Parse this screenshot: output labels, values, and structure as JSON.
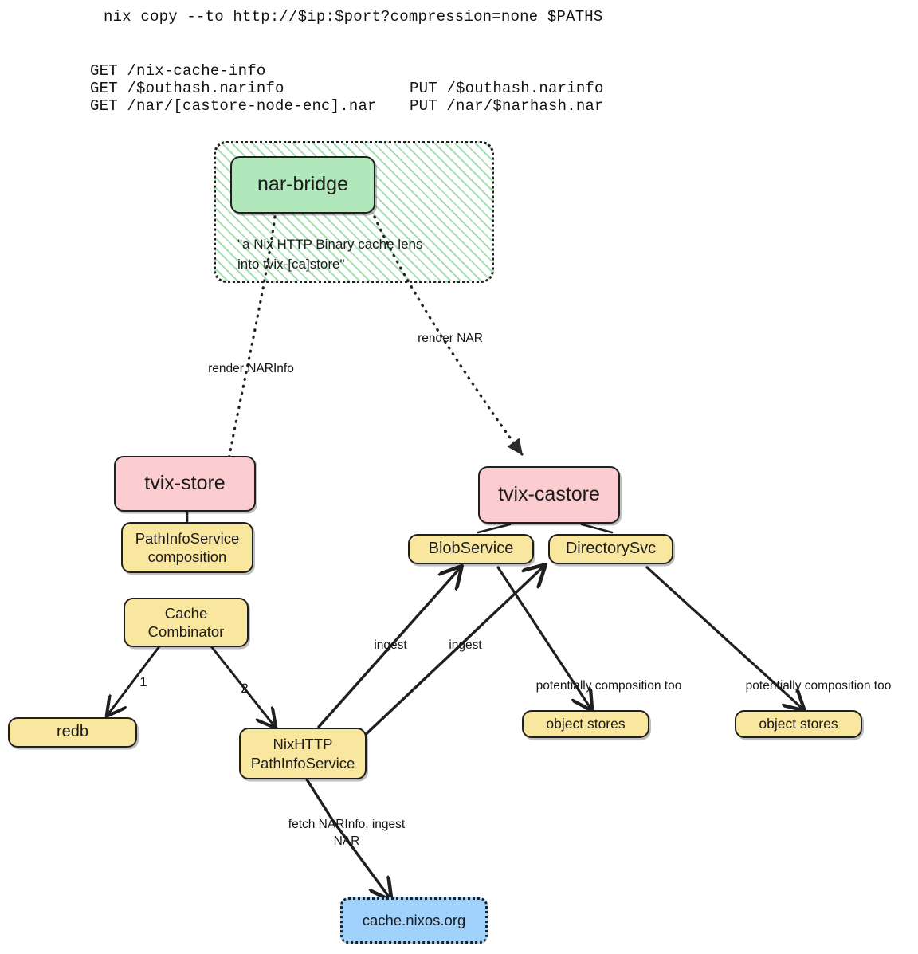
{
  "header": {
    "command": "nix copy --to http://$ip:$port?compression=none $PATHS",
    "routes": [
      {
        "get": "GET /nix-cache-info",
        "put": ""
      },
      {
        "get": "GET /$outhash.narinfo",
        "put": "PUT /$outhash.narinfo"
      },
      {
        "get": "GET /nar/[castore-node-enc].nar",
        "put": "PUT /nar/$narhash.nar"
      }
    ]
  },
  "groups": [
    {
      "id": "nar-bridge-group",
      "caption": "\"a Nix HTTP Binary cache lens\ninto tvix-[ca]store\""
    }
  ],
  "nodes": {
    "nar_bridge": "nar-bridge",
    "tvix_store": "tvix-store",
    "tvix_castore": "tvix-castore",
    "pathinfoservice_composition": "PathInfoService\ncomposition",
    "cache_combinator": "Cache\nCombinator",
    "blobservice": "BlobService",
    "directorysvc": "DirectorySvc",
    "redb": "redb",
    "nixhttp_pathinfoservice": "NixHTTP\nPathInfoService",
    "object_stores_left": "object stores",
    "object_stores_right": "object stores",
    "cache_nixos_org": "cache.nixos.org"
  },
  "edge_labels": {
    "render_narinfo": "render NARInfo",
    "render_nar": "render NAR",
    "one": "1",
    "two": "2",
    "ingest_blob": "ingest",
    "ingest_directory": "ingest",
    "potentially_composition_left": "potentially composition too",
    "potentially_composition_right": "potentially composition too",
    "fetch_narinfo": "fetch NARInfo, ingest\nNAR"
  },
  "colors": {
    "green": "#b0e7bb",
    "pink": "#fbcdd0",
    "yellow": "#fae79f",
    "blue": "#a0d2fb",
    "stroke": "#1f1f1f",
    "hatch": "#6ecd82"
  }
}
